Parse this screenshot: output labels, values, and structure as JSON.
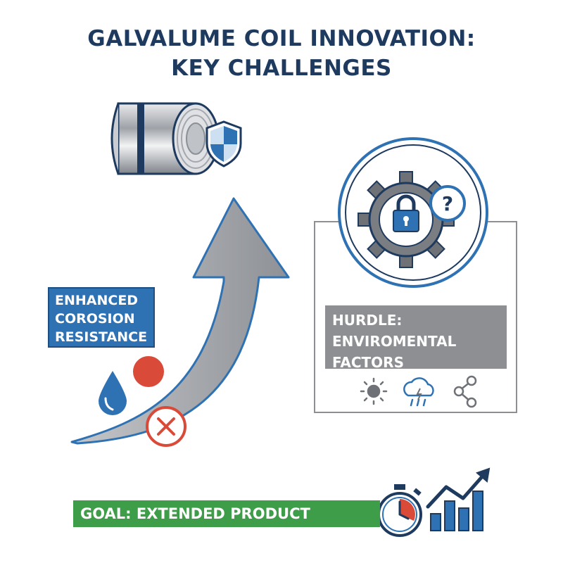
{
  "title": {
    "line1": "GALVALUME COIL INNOVATION:",
    "line2": "KEY CHALLENGES"
  },
  "enhanced": {
    "line1": "ENHANCED",
    "line2": "COROSION",
    "line3": "RESISTANCE"
  },
  "hurdle": {
    "line1": "HURDLE:",
    "line2": "ENVIROMENTAL",
    "line3": "FACTORS"
  },
  "goal": {
    "label": "GOAL: EXTENDED PRODUCT LIFLSAN"
  },
  "icons": [
    "coil-icon",
    "shield-icon",
    "arrow-icon",
    "water-drop-icon",
    "red-dot-icon",
    "cross-circle-icon",
    "gear-lock-question-icon",
    "sun-icon",
    "cloud-rain-icon",
    "share-icon",
    "stopwatch-icon",
    "growth-chart-icon"
  ],
  "colors": {
    "navy": "#1e3a5f",
    "blue": "#2f72b3",
    "gray": "#8d8f92",
    "green": "#3e9d48",
    "red": "#d94a38"
  }
}
